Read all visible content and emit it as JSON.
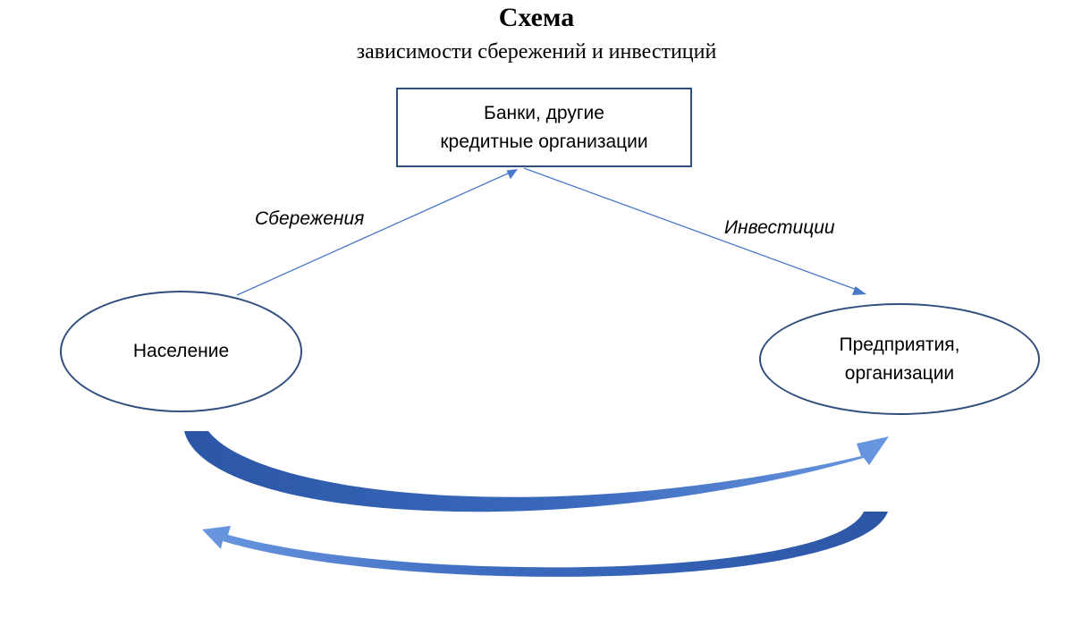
{
  "header": {
    "title": "Схема",
    "subtitle": "зависимости сбережений и инвестиций"
  },
  "nodes": {
    "banks": {
      "line1": "Банки, другие",
      "line2": "кредитные организации"
    },
    "population": {
      "label": "Население"
    },
    "enterprises": {
      "line1": "Предприятия,",
      "line2": "организации"
    }
  },
  "edges": {
    "savings_label": "Сбережения",
    "investments_label": "Инвестиции"
  },
  "colors": {
    "border": "#2f4f7f",
    "connector": "#4a78c8",
    "flow_dark": "#2c56a6",
    "flow_light": "#6a97e0"
  }
}
